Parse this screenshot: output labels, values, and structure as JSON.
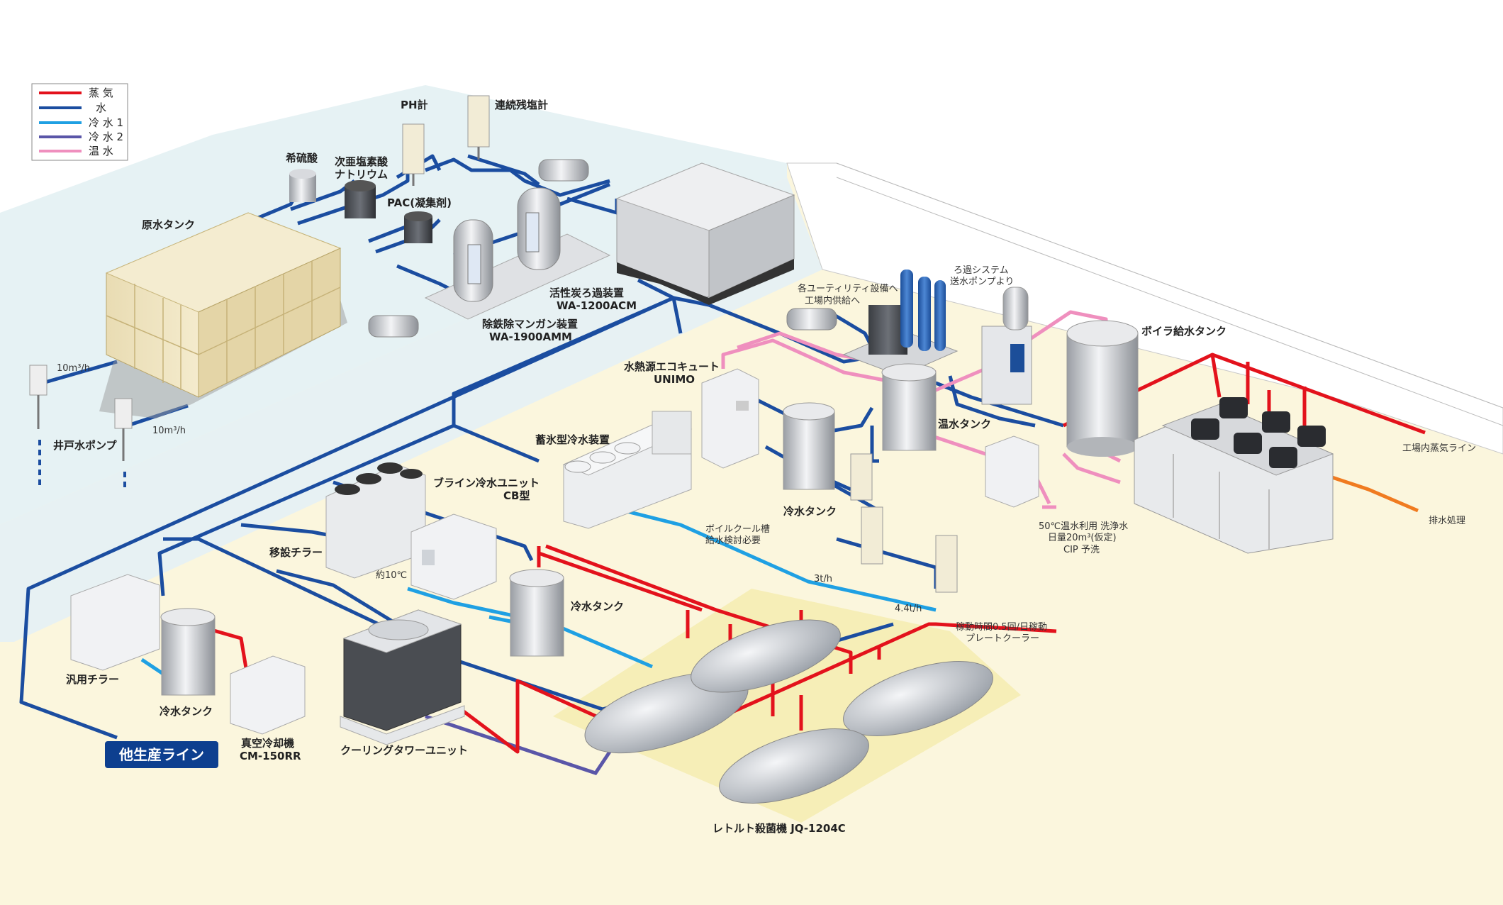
{
  "legend": {
    "items": [
      {
        "label": "蒸 気",
        "color": "#e3121c"
      },
      {
        "label": "水",
        "color": "#1b4da0"
      },
      {
        "label": "冷 水 1",
        "color": "#1fa0e3"
      },
      {
        "label": "冷 水 2",
        "color": "#5a56a8"
      },
      {
        "label": "温 水",
        "color": "#ef8fbe"
      }
    ]
  },
  "labels": {
    "ph_meter": "PH計",
    "residual_chlorine": "連続残塩計",
    "dilute_sulfuric": "希硫酸",
    "hypochlorite_1": "次亜塩素酸",
    "hypochlorite_2": "ナトリウム",
    "pac": "PAC(凝集剤)",
    "raw_tank": "原水タンク",
    "flow_1": "10m³/h",
    "flow_2": "10m³/h",
    "well_pump": "井戸水ポンプ",
    "carbon_filter_1": "活性炭ろ過装置",
    "carbon_filter_2": "WA-1200ACM",
    "iron_removal_1": "除鉄除マンガン装置",
    "iron_removal_2": "WA-1900AMM",
    "utility_1": "各ユーティリティ設備へ",
    "utility_2": "工場内供給へ",
    "filter_system_1": "ろ過システム",
    "filter_system_2": "送水ポンプより",
    "boiler_feed_tank": "ボイラ給水タンク",
    "ecocute_1": "水熱源エコキュート",
    "ecocute_2": "UNIMO",
    "warm_tank": "温水タンク",
    "factory_steam": "工場内蒸気ライン",
    "drain": "排水処理",
    "ice_storage": "蓄氷型冷水装置",
    "brine_1": "ブライン冷水ユニット",
    "brine_2": "CB型",
    "relocated_chiller": "移設チラー",
    "approx_temp": "約10℃",
    "boil_cool_1": "ボイルクール槽",
    "boil_cool_2": "給水検討必要",
    "cold_tank_upper": "冷水タンク",
    "cold_tank_mid": "冷水タンク",
    "cold_tank_left": "冷水タンク",
    "warm_use_1": "50℃温水利用 洗浄水",
    "warm_use_2": "日量20m³(仮定)",
    "warm_use_3": "CIP 予洗",
    "flow_3t": "3t/h",
    "flow_44t": "4.4t/h",
    "plate_cooler_1": "稼動時間0.5回/日稼動",
    "plate_cooler_2": "プレートクーラー",
    "general_chiller": "汎用チラー",
    "vacuum_cooler_1": "真空冷却機",
    "vacuum_cooler_2": "CM-150RR",
    "cooling_tower": "クーリングタワーユニット",
    "retort": "レトルト殺菌機 JQ-1204C"
  },
  "other_line_button": "他生産ライン"
}
